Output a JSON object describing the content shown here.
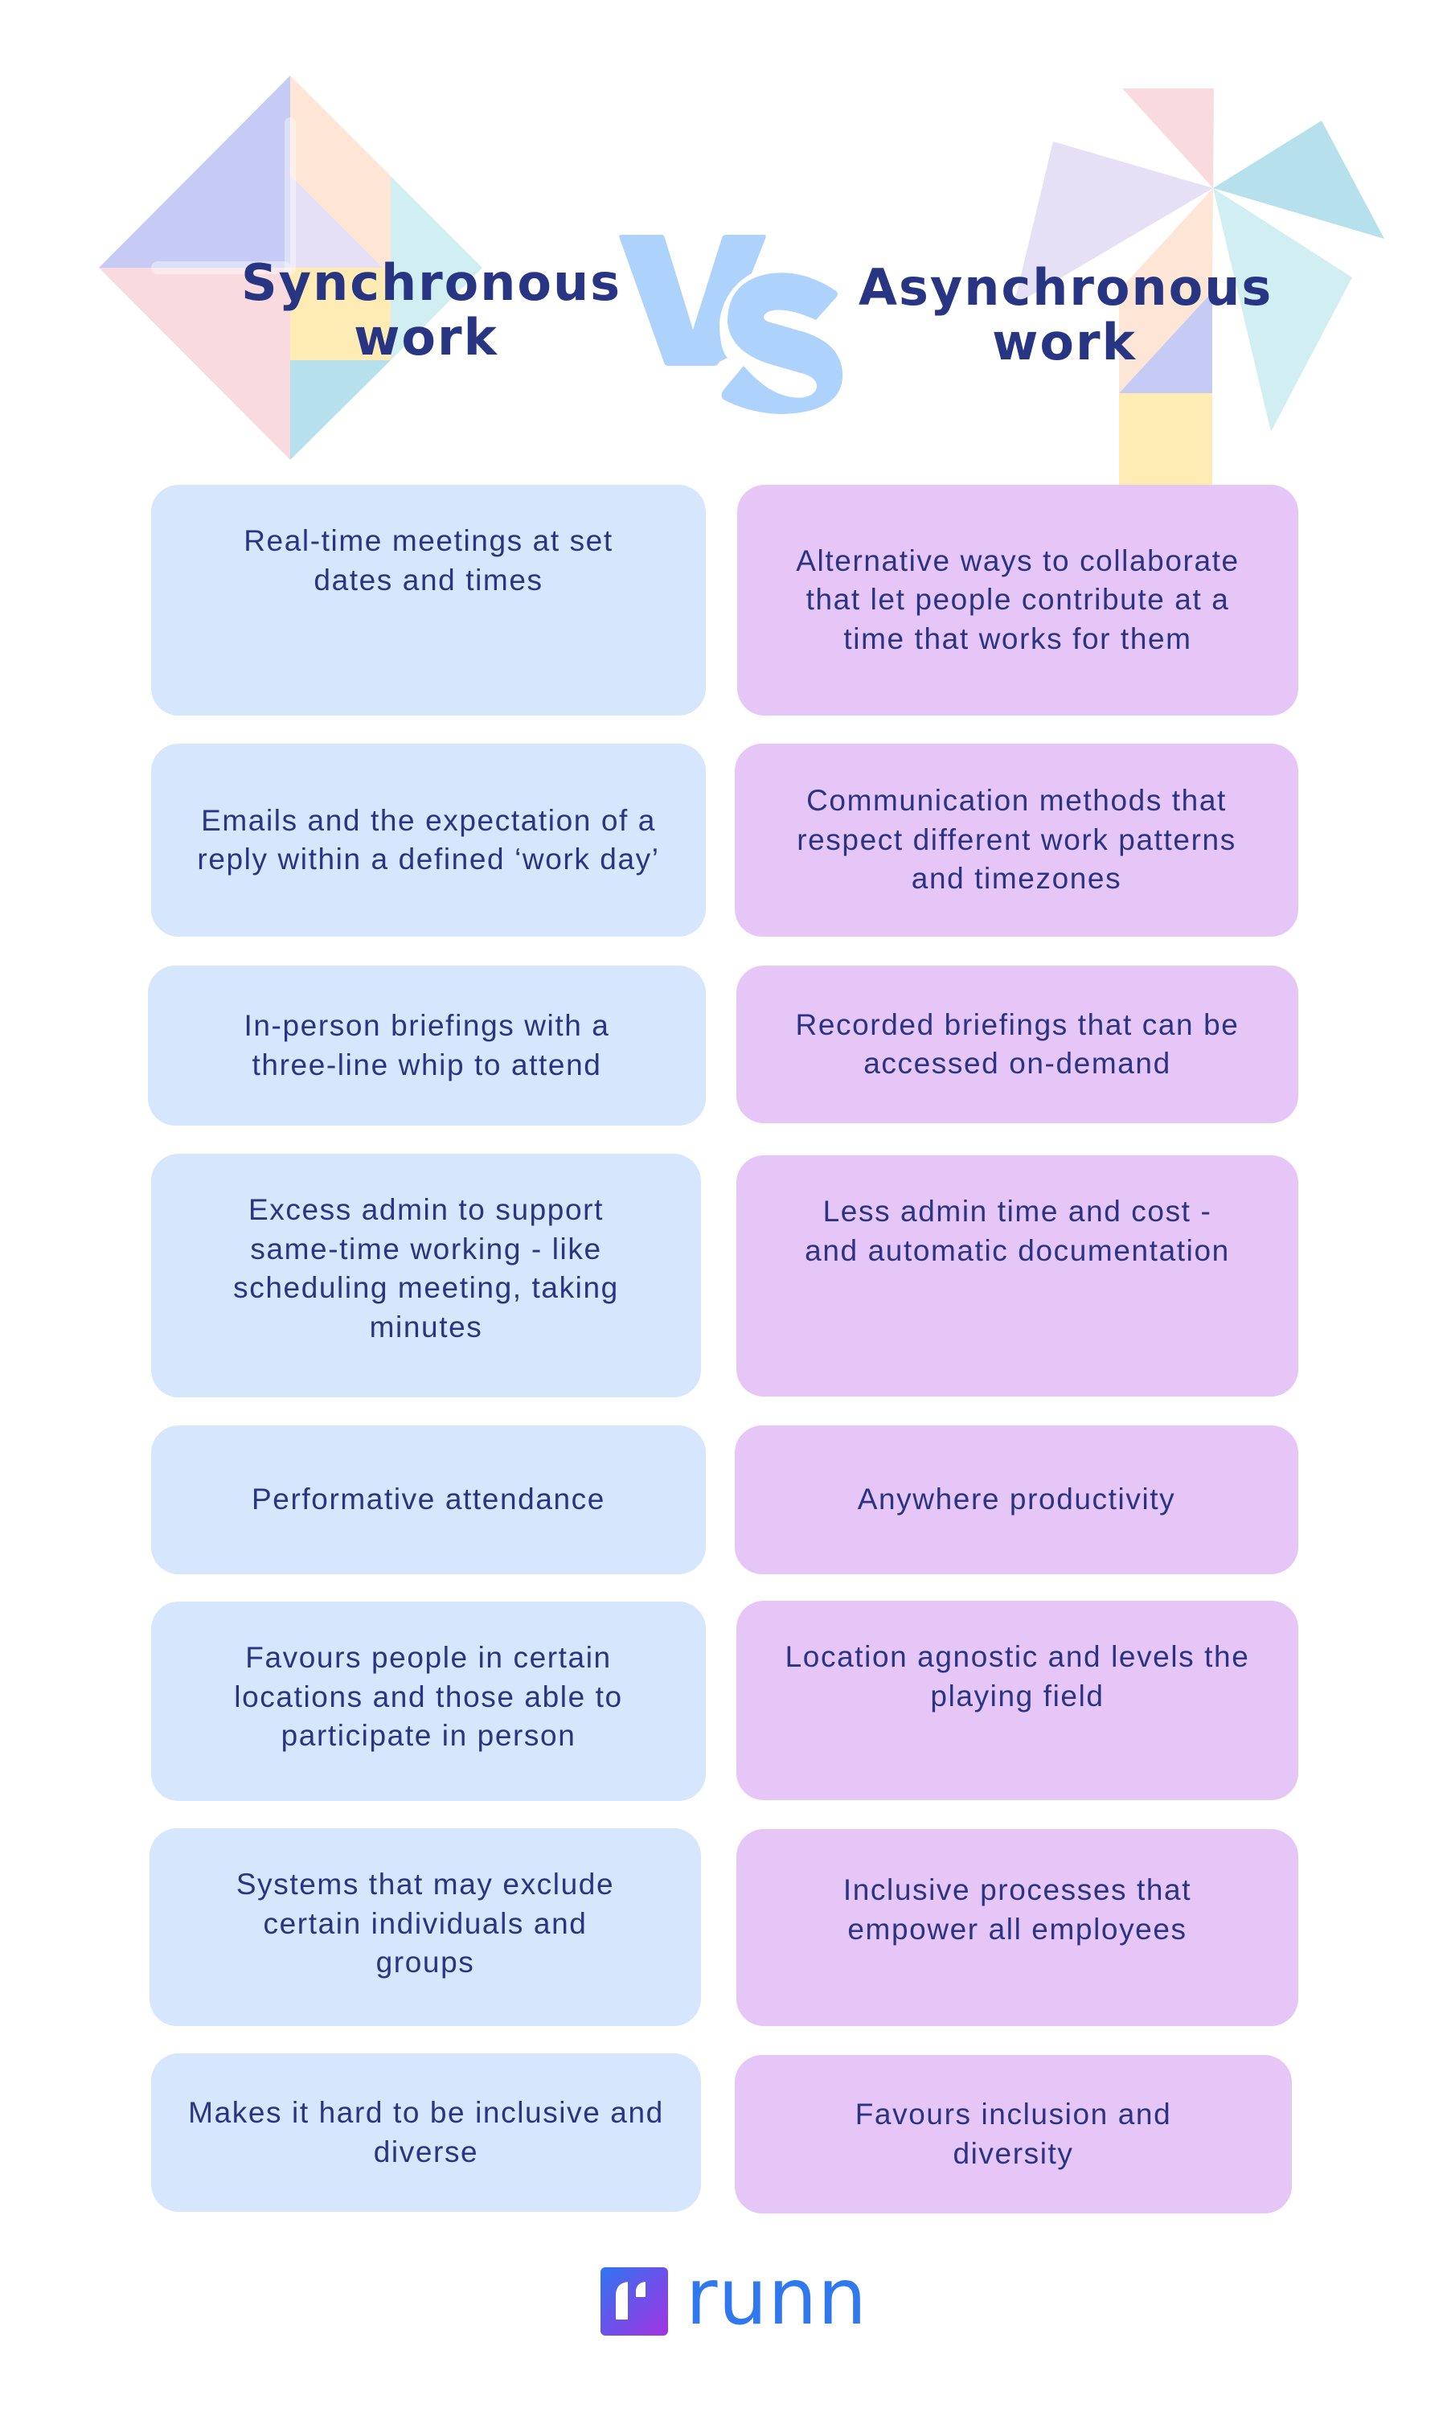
{
  "header": {
    "left_title": [
      "Synchronous",
      "work"
    ],
    "vs_label": "VS",
    "right_title": [
      "Asynchronous",
      "work"
    ]
  },
  "colors": {
    "heading": "#283583",
    "text": "#2a3483",
    "sync_card": "#d5e6fd",
    "async_card": "#e6c6f7",
    "vs": "#add3fd",
    "brand": "#2f78ee"
  },
  "comparison": {
    "synchronous": [
      "Real-time meetings at set dates and times",
      "Emails and the expectation of a reply within a defined ‘work day’",
      "In-person briefings with a three-line whip to attend",
      "Excess admin to support same-time working - like scheduling meeting, taking minutes",
      "Performative attendance",
      "Favours people in certain locations and those able to participate in person",
      "Systems that may exclude certain individuals and groups",
      "Makes it hard to be inclusive and diverse"
    ],
    "asynchronous": [
      "Alternative ways to collaborate that let people contribute at a time that works for them",
      "Communication methods that respect different work patterns and timezones",
      "Recorded briefings that can be accessed on-demand",
      "Less admin time and cost - and automatic documentation",
      "Anywhere productivity",
      "Location agnostic and levels the playing field",
      "Inclusive processes that empower all employees",
      "Favours inclusion and diversity"
    ]
  },
  "footer": {
    "brand_name": "runn"
  }
}
